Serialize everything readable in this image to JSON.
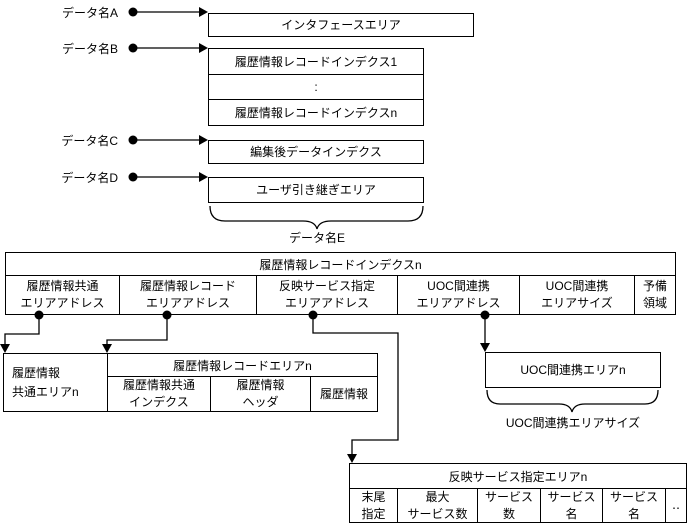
{
  "colors": {
    "line": "#000000",
    "background": "#ffffff"
  },
  "diagram": {
    "pointers": [
      {
        "label": "データ名A"
      },
      {
        "label": "データ名B"
      },
      {
        "label": "データ名C"
      },
      {
        "label": "データ名D"
      }
    ],
    "top_boxes": {
      "interface": "インタフェースエリア",
      "index1": "履歴情報レコードインデクス1",
      "dots": ":",
      "indexn": "履歴情報レコードインデクスn",
      "edited": "編集後データインデクス",
      "user": "ユーザ引き継ぎエリア"
    },
    "brace_e_label": "データ名E",
    "index_table": {
      "title": "履歴情報レコードインデクスn",
      "columns": [
        {
          "line1": "履歴情報共通",
          "line2": "エリアアドレス"
        },
        {
          "line1": "履歴情報レコード",
          "line2": "エリアアドレス"
        },
        {
          "line1": "反映サービス指定",
          "line2": "エリアアドレス"
        },
        {
          "line1": "UOC間連携",
          "line2": "エリアアドレス"
        },
        {
          "line1": "UOC間連携",
          "line2": "エリアサイズ"
        },
        {
          "line1": "予備",
          "line2": "領域"
        }
      ]
    },
    "common_area_box": {
      "line1": "履歴情報",
      "line2": "共通エリアn"
    },
    "record_table": {
      "title": "履歴情報レコードエリアn",
      "columns": [
        {
          "line1": "履歴情報共通",
          "line2": "インデクス"
        },
        {
          "line1": "履歴情報",
          "line2": "ヘッダ"
        },
        {
          "line1": "履歴情報",
          "line2": ""
        }
      ]
    },
    "uoc_box_label": "UOC間連携エリアn",
    "uoc_brace_label": "UOC間連携エリアサイズ",
    "service_table": {
      "title": "反映サービス指定エリアn",
      "columns": [
        {
          "line1": "末尾",
          "line2": "指定"
        },
        {
          "line1": "最大",
          "line2": "サービス数"
        },
        {
          "line1": "サービス",
          "line2": "数"
        },
        {
          "line1": "サービス",
          "line2": "名"
        },
        {
          "line1": "サービス",
          "line2": "名"
        },
        {
          "line1": "‥",
          "line2": ""
        }
      ]
    }
  }
}
